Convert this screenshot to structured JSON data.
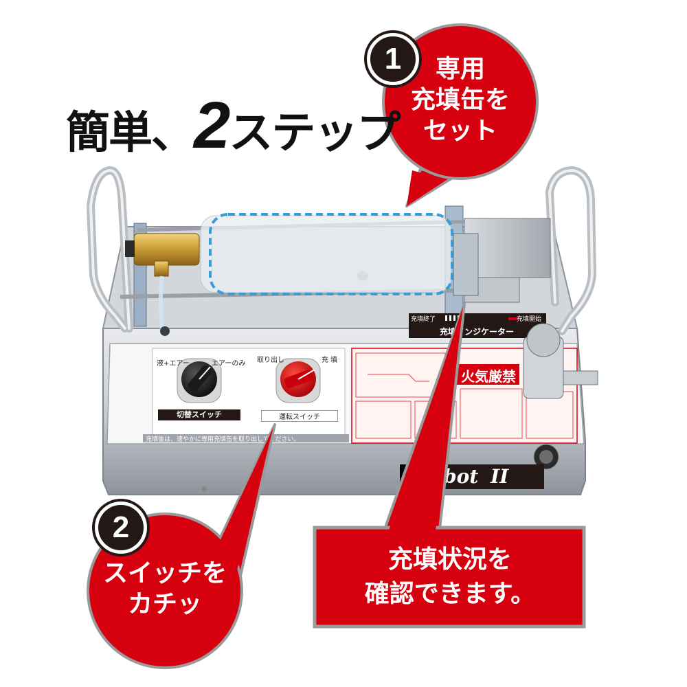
{
  "headline": {
    "part1": "簡単、",
    "number": "2",
    "part2": "ステップ"
  },
  "step1": {
    "number": "1",
    "line1": "専用",
    "line2": "充填缶を",
    "line3": "セット"
  },
  "step2": {
    "number": "2",
    "line1": "スイッチを",
    "line2": "カチッ"
  },
  "callout": {
    "line1": "充填状況を",
    "line2": "確認できます。"
  },
  "machine": {
    "indicator_start": "充填開始",
    "indicator_end": "充填終了",
    "indicator_label": "充填インジケーター",
    "switch_left_label1": "液+エアー",
    "switch_left_label2": "エアーのみ",
    "switch_left_name": "切替スイッチ",
    "switch_right_label1": "取り出し",
    "switch_right_label2": "充 填",
    "switch_right_name": "運転スイッチ",
    "notice": "充填後は、速やかに専用充填缶を取り出してください。",
    "fire_warning": "火気厳禁",
    "brand": "Rebot",
    "brand_suffix": "II"
  },
  "colors": {
    "red": "#d7000f",
    "dark": "#231815",
    "border": "#9a9a9a",
    "dashed": "#3a9bd9"
  }
}
